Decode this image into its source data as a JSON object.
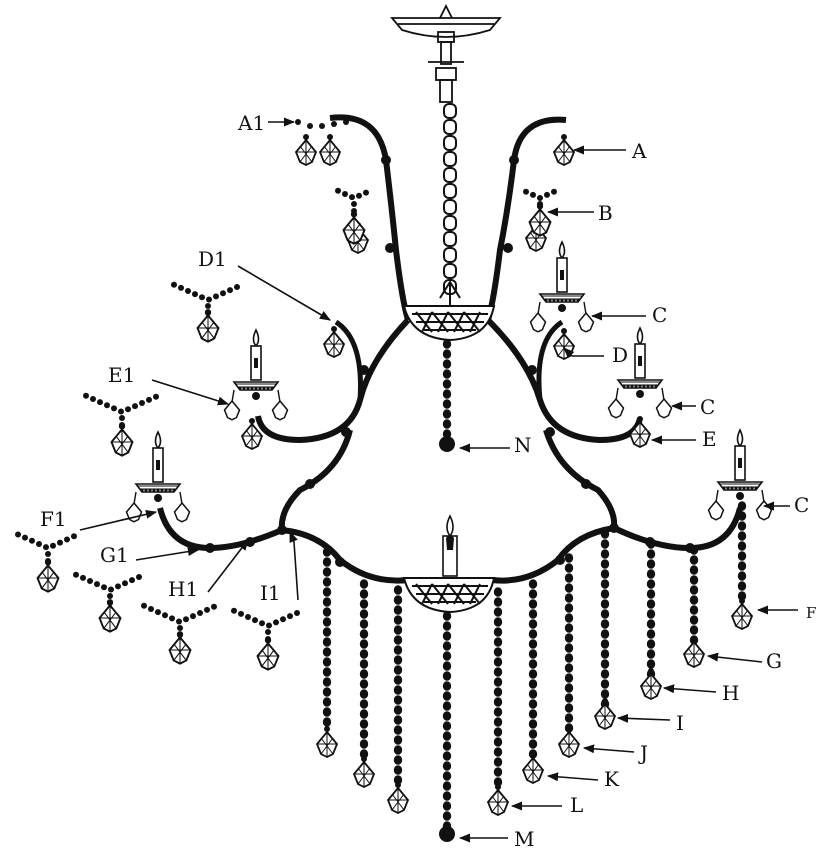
{
  "diagram": {
    "labels": {
      "A1": "A1",
      "A": "A",
      "B": "B",
      "C": "C",
      "D": "D",
      "D1": "D1",
      "E1": "E1",
      "E": "E",
      "F": "F",
      "F1": "F1",
      "G1": "G1",
      "G": "G",
      "H1": "H1",
      "H": "H",
      "I1": "I1",
      "I": "I",
      "J": "J",
      "K": "K",
      "L": "L",
      "M": "M",
      "N": "N"
    }
  }
}
